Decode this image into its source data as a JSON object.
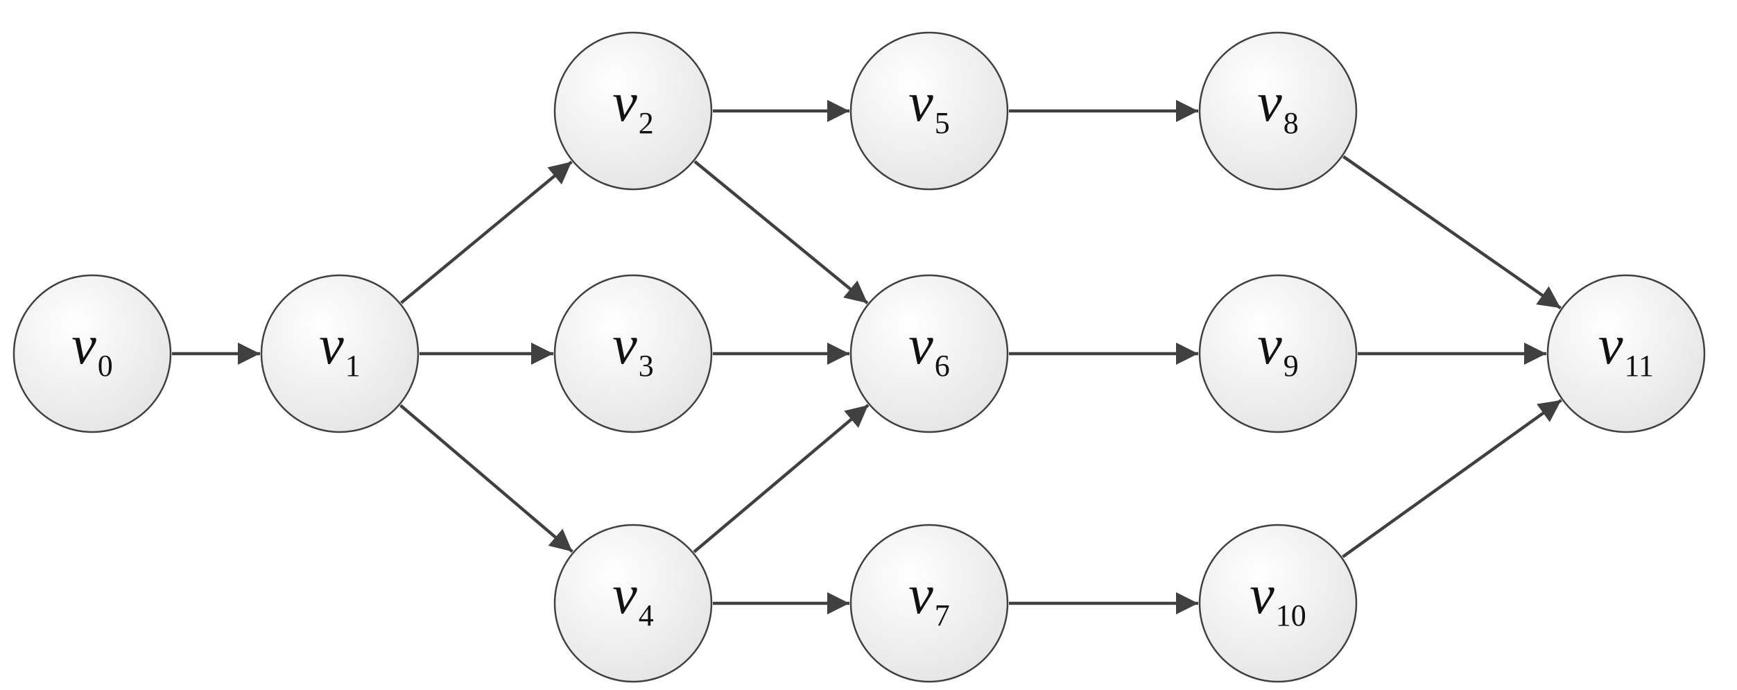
{
  "graph": {
    "colors": {
      "node_fill_light": "#ffffff",
      "node_fill_dark": "#e4e4e4",
      "node_stroke": "#404040",
      "edge": "#404040",
      "label": "#111111"
    },
    "nodes": [
      {
        "id": "v0",
        "var": "v",
        "sub": "0"
      },
      {
        "id": "v1",
        "var": "v",
        "sub": "1"
      },
      {
        "id": "v2",
        "var": "v",
        "sub": "2"
      },
      {
        "id": "v3",
        "var": "v",
        "sub": "3"
      },
      {
        "id": "v4",
        "var": "v",
        "sub": "4"
      },
      {
        "id": "v5",
        "var": "v",
        "sub": "5"
      },
      {
        "id": "v6",
        "var": "v",
        "sub": "6"
      },
      {
        "id": "v7",
        "var": "v",
        "sub": "7"
      },
      {
        "id": "v8",
        "var": "v",
        "sub": "8"
      },
      {
        "id": "v9",
        "var": "v",
        "sub": "9"
      },
      {
        "id": "v10",
        "var": "v",
        "sub": "10"
      },
      {
        "id": "v11",
        "var": "v",
        "sub": "11"
      }
    ],
    "edges": [
      {
        "from": "v0",
        "to": "v1"
      },
      {
        "from": "v1",
        "to": "v2"
      },
      {
        "from": "v1",
        "to": "v3"
      },
      {
        "from": "v1",
        "to": "v4"
      },
      {
        "from": "v2",
        "to": "v5"
      },
      {
        "from": "v2",
        "to": "v6"
      },
      {
        "from": "v3",
        "to": "v6"
      },
      {
        "from": "v4",
        "to": "v6"
      },
      {
        "from": "v4",
        "to": "v7"
      },
      {
        "from": "v5",
        "to": "v8"
      },
      {
        "from": "v6",
        "to": "v9"
      },
      {
        "from": "v7",
        "to": "v10"
      },
      {
        "from": "v8",
        "to": "v11"
      },
      {
        "from": "v9",
        "to": "v11"
      },
      {
        "from": "v10",
        "to": "v11"
      }
    ]
  }
}
